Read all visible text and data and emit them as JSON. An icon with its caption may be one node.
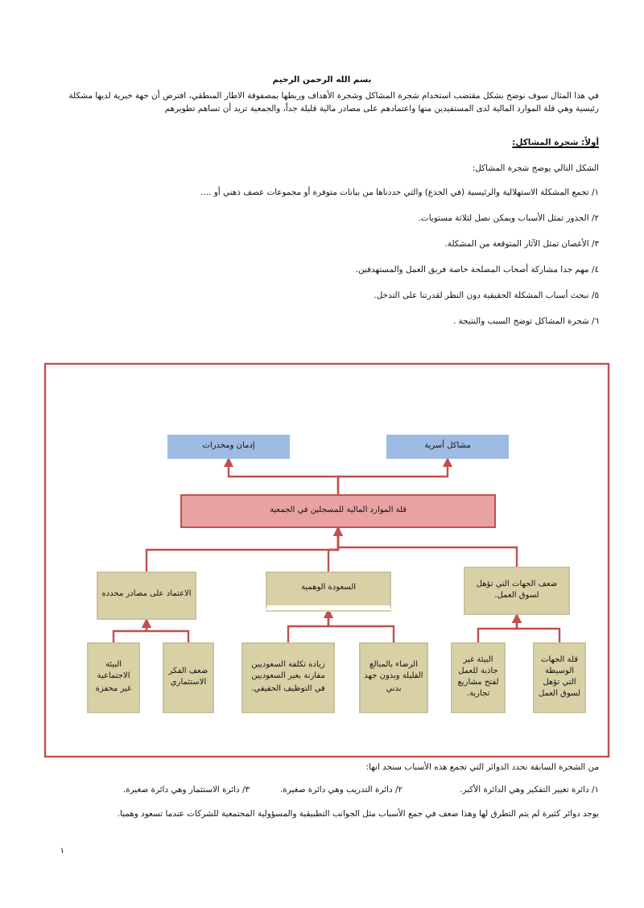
{
  "diagram": {
    "title": "بسم الله الرحمن الرحيم",
    "nodes": [
      {
        "text": [
          "إدمان ومخدرات"
        ]
      },
      {
        "text": [
          "مشاكل أسرية"
        ]
      },
      {
        "text": [
          "قلة الموارد المالية للمسجلين في الجمعية"
        ]
      },
      {
        "text": [
          "الاعتماد على مصادر محددة"
        ]
      },
      {
        "text": [
          "السعودة الوهمية"
        ]
      },
      {
        "text": [
          "ضعف الجهات التي تؤهل لسوق العمل."
        ]
      },
      {
        "text": [
          "البيئة الاجتماعية غير محفزة"
        ]
      },
      {
        "text": [
          "ضعف الفكر الاستثماري"
        ]
      },
      {
        "text": [
          "زيادة تكلفة السعوديين مقارنة بغير السعوديين في التوظيف الحقيقي."
        ]
      },
      {
        "text": [
          "الرضاء بالمبالغ القليلة وبدون جهد بدني"
        ]
      },
      {
        "text": [
          "البيئة غير جاذبة للعمل لفتح مشاريع تجارية."
        ]
      },
      {
        "text": [
          "قلة الجهات الوسيطة التي تؤهل لسوق العمل"
        ]
      }
    ],
    "edges": [
      {
        "from": 2,
        "to": 0,
        "arrow": "to"
      },
      {
        "from": 2,
        "to": 1,
        "arrow": "to"
      },
      {
        "from": 3,
        "to": 2,
        "arrow": "to"
      },
      {
        "from": 4,
        "to": 2,
        "arrow": "to"
      },
      {
        "from": 5,
        "to": 2,
        "arrow": "to"
      },
      {
        "from": 6,
        "to": 3,
        "arrow": "to"
      },
      {
        "from": 7,
        "to": 3,
        "arrow": "to"
      },
      {
        "from": 8,
        "to": 4,
        "arrow": "to"
      },
      {
        "from": 9,
        "to": 4,
        "arrow": "to"
      },
      {
        "from": 10,
        "to": 5,
        "arrow": "to"
      },
      {
        "from": 11,
        "to": 5,
        "arrow": "to"
      }
    ],
    "labels": [
      "في هذا المثال سوف نوضح بشكل مقتضب استخدام شجرة المشاكل وشجرة الأهداف وربطها بمصفوفة الاطار المنطقي، افترض أن جهة خيرية لديها مشكلة رئيسية وهي قلة الموارد المالية لدى المستفيدين منها واعتمادهم على مصادر مالية قليلة جداً، والجمعية تريد أن تساهم تطويرهم",
      "أولاً: شجرة المشاكل:",
      "الشكل التالي يوضح شجرة المشاكل:",
      "١/ تجمع المشكلة الاستهلالية والرئيسية (في الجذع) والتي حددناها من بيانات متوفرة أو مجموعات عصف ذهني أو ....",
      "٢/ الجذور تمثل الأسباب ويمكن نصل لثلاثة مستويات.",
      "٣/ الأغصان تمثل الآثار المتوقعة من المشكلة.",
      "٤/ مهم جدا مشاركة أصحاب المصلحة خاصة فريق العمل والمستهدفين.",
      "٥/ نبحث أسباب المشكلة الحقيقية دون النظر لقدرتنا على التدخل.",
      "٦/ شجرة المشاكل توضح السبب والنتيجة .",
      "من الشجرة السابقة نحدد الدوائر التي تجمع هذه الأسباب سنجد انها:",
      "١/ دائرة تغيير التفكير وهي الدائرة الأكبر.",
      "٢/ دائرة التدريب وهي دائرة صغيرة.",
      "٣/ دائرة الاستثمار وهي دائرة صغيرة.",
      "يوجد دوائر كثيرة لم يتم التطرق لها وهذا ضعف في جمع الأسباب مثل الجوانب التطبيقية والمسؤولية المجتمعية للشركات عندما تسعود وهميا.",
      "١"
    ]
  }
}
